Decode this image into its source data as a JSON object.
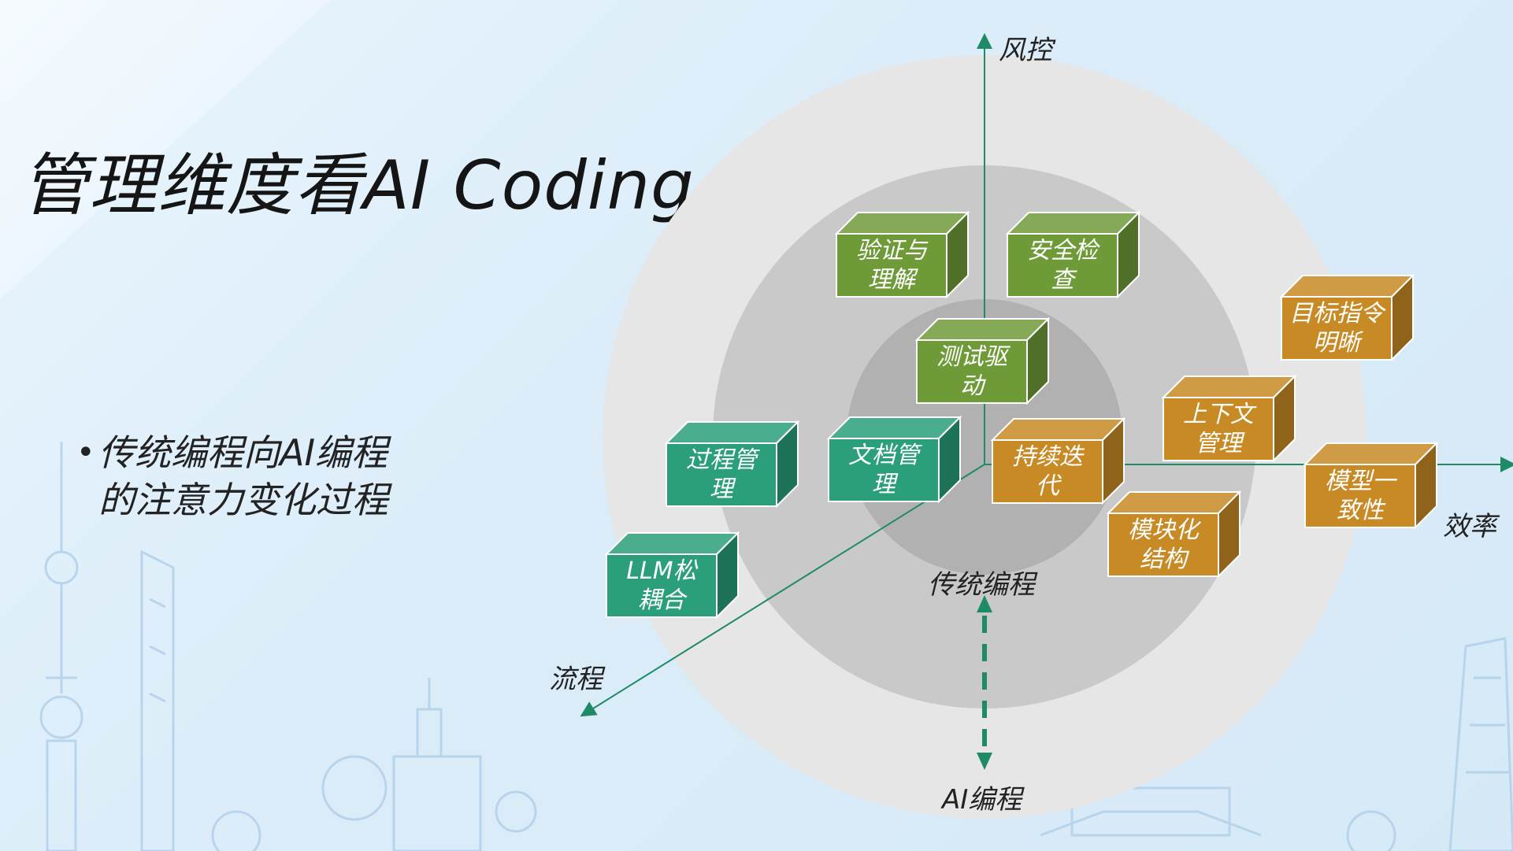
{
  "slide": {
    "title": "管理维度看AI Coding",
    "bullet": "传统编程向AI编程的注意力变化过程",
    "bullet_line1": "传统编程向AI编程",
    "bullet_line2": "的注意力变化过程"
  },
  "axes": {
    "up": "风控",
    "right": "效率",
    "down_left": "流程"
  },
  "center": {
    "top_label": "传统编程",
    "bottom_label": "AI编程"
  },
  "boxes": [
    {
      "id": "verify",
      "line1": "验证与",
      "line2": "理解",
      "color": "#6f9a38",
      "group": "风控"
    },
    {
      "id": "security",
      "line1": "安全检",
      "line2": "查",
      "color": "#6f9a38",
      "group": "风控"
    },
    {
      "id": "tdd",
      "line1": "测试驱",
      "line2": "动",
      "color": "#6f9a38",
      "group": "风控"
    },
    {
      "id": "process",
      "line1": "过程管",
      "line2": "理",
      "color": "#2a9f7a",
      "group": "流程"
    },
    {
      "id": "docs",
      "line1": "文档管",
      "line2": "理",
      "color": "#2a9f7a",
      "group": "流程"
    },
    {
      "id": "llm",
      "line1": "LLM松",
      "line2": "耦合",
      "color": "#2a9f7a",
      "group": "流程"
    },
    {
      "id": "iterate",
      "line1": "持续迭",
      "line2": "代",
      "color": "#c78a24",
      "group": "效率"
    },
    {
      "id": "context",
      "line1": "上下文",
      "line2": "管理",
      "color": "#c78a24",
      "group": "效率"
    },
    {
      "id": "goal",
      "line1": "目标指令",
      "line2": "明晰",
      "color": "#c78a24",
      "group": "效率"
    },
    {
      "id": "model",
      "line1": "模型一",
      "line2": "致性",
      "color": "#c78a24",
      "group": "效率"
    },
    {
      "id": "modular",
      "line1": "模块化",
      "line2": "结构",
      "color": "#c78a24",
      "group": "效率"
    }
  ],
  "colors": {
    "green": "#6f9a38",
    "teal": "#2a9f7a",
    "orange": "#c78a24",
    "axis": "#1f8a66"
  }
}
